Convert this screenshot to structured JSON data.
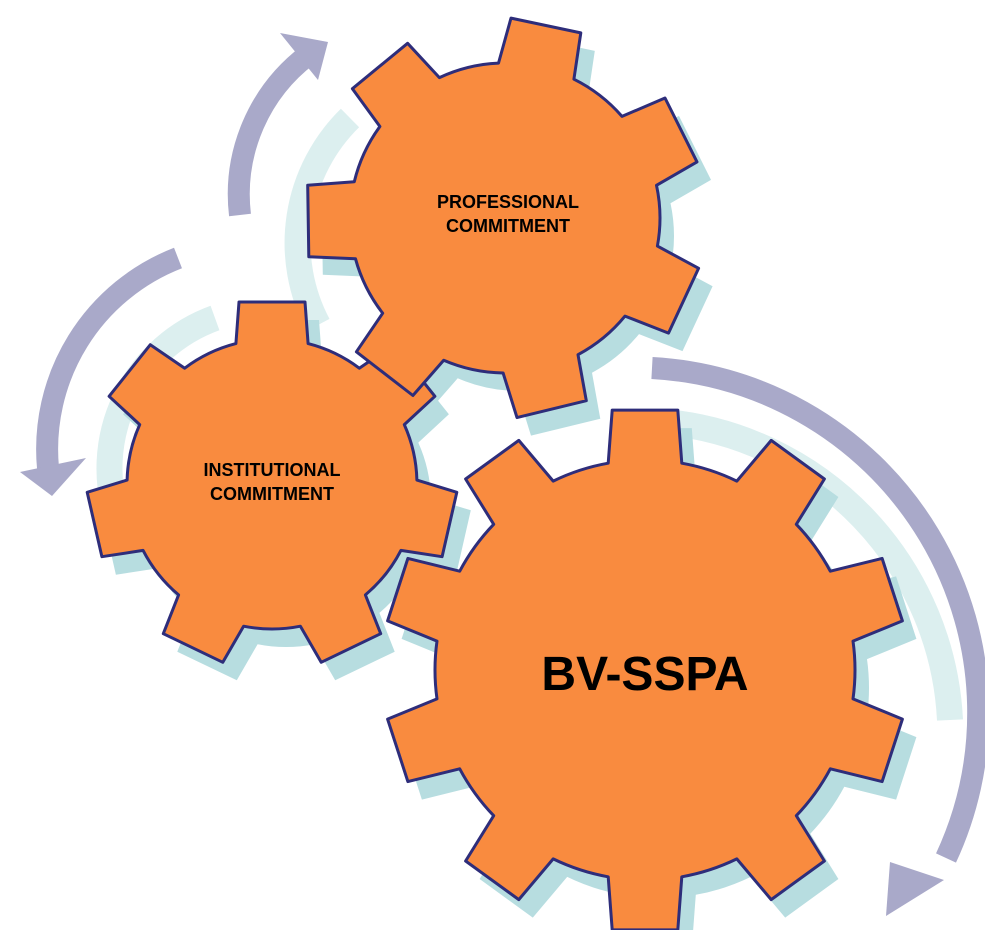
{
  "colors": {
    "gear_fill": "#F98B3F",
    "gear_outline": "#2E2D7A",
    "gear_shadow": "#B7DDE0",
    "arrow": "#A9A9C9",
    "arc_light": "#DCEFEF"
  },
  "gears": {
    "professional": {
      "line1": "PROFESSIONAL",
      "line2": "COMMITMENT"
    },
    "institutional": {
      "line1": "INSTITUTIONAL",
      "line2": "COMMITMENT"
    },
    "main": {
      "label": "BV-SSPA"
    }
  }
}
